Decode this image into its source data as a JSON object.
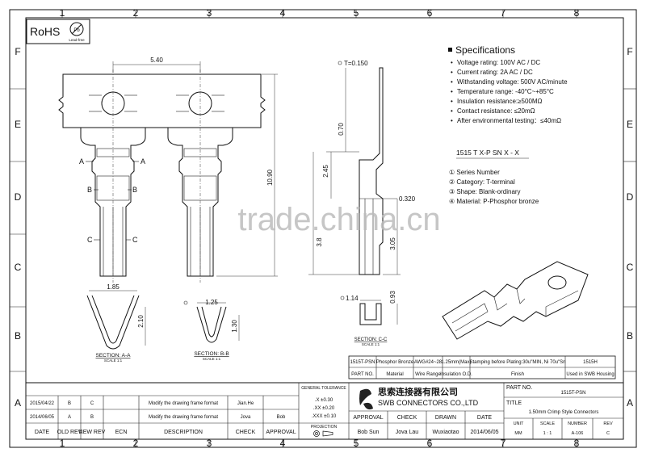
{
  "frame": {
    "col_labels": [
      "1",
      "2",
      "3",
      "4",
      "5",
      "6",
      "7",
      "8"
    ],
    "row_labels": [
      "F",
      "E",
      "D",
      "C",
      "B",
      "A"
    ]
  },
  "rohs": {
    "label": "RoHS",
    "leadfree_text": "Lead-free",
    "pb_symbol": "Pb"
  },
  "watermark": "trade.china.cn",
  "specs": {
    "heading": "Specifications",
    "items": [
      "Voltage rating: 100V AC / DC",
      "Current rating:  2A  AC / DC",
      "Withstanding voltage: 500V AC/minute",
      "Temperature range: -40°C~+85°C",
      "Insulation resistance:≥500MΩ",
      "Contact resistance: ≤20mΩ",
      "After environmental testing：≤40mΩ"
    ]
  },
  "part_code": {
    "code": "1515 T X-P SN X - X",
    "legend": [
      "① Series Number",
      "② Category: T-terminal",
      "③ Shape: Blank-ordinary",
      "④ Material: P-Phosphor bronze"
    ]
  },
  "dimensions": {
    "width_top": "5.40",
    "height_total": "10.90",
    "thickness": "T=0.150",
    "d_070": "0.70",
    "d_245": "2.45",
    "d_032": "0.320",
    "d_38": "3.8",
    "d_305": "3.05",
    "d_114": "1.14",
    "d_093": "0.93",
    "d_185": "1.85",
    "d_210": "2.10",
    "d_125": "1.25",
    "d_130": "1.30"
  },
  "section_markers": [
    "A",
    "A",
    "B",
    "B",
    "C",
    "C"
  ],
  "sections": {
    "aa_title": "SECTION: A-A",
    "aa_scale": "SCALE 1:1",
    "bb_title": "SECTION: B-B",
    "bb_scale": "SCALE 1:1",
    "cc_title": "SECTION: C-C",
    "cc_scale": "SCALE 1:1"
  },
  "material_table": {
    "row1": [
      "1515T-PSN",
      "Phosphor Bronze",
      "AWG#24~28",
      "1.25mm(Max)",
      "Stamping before Plating:30u\"MIN, Ni 70u\"Sn",
      "",
      "1515H"
    ],
    "row2": [
      "PART NO.",
      "Material",
      "Wire Range",
      "Insulation O.D.",
      "Finish",
      "",
      "Used in SWB Housing"
    ]
  },
  "revisions": {
    "rows": [
      [
        "2015/04/22",
        "B",
        "C",
        "",
        "Modify the drawing frame format",
        "Jian.He",
        ""
      ],
      [
        "2014/06/05",
        "A",
        "B",
        "",
        "Modify the drawing frame format",
        "Jova",
        "Bob"
      ]
    ],
    "headers": [
      "DATE",
      "OLD REV",
      "NEW REV",
      "ECN",
      "DESCRIPTION",
      "CHECK",
      "APPROVAL"
    ]
  },
  "tolerance": {
    "heading": "GENERAL TOLERANCE",
    "rows": [
      ".X   ±0.30",
      ".XX  ±0.20",
      ".XXX ±0.10"
    ],
    "projection": "PROJECTION"
  },
  "company": {
    "name_cn": "思索连接器有限公司",
    "name_en": "SWB CONNECTORS CO.,LTD"
  },
  "approvals": {
    "headers": [
      "APPROVAL",
      "CHECK",
      "DRAWN",
      "DATE"
    ],
    "values": [
      "Bob Sun",
      "Jova Lau",
      "Wuxiaotao",
      "2014/06/05"
    ]
  },
  "title_block": {
    "part_no_label": "PART NO.",
    "part_no": "1515T-PSN",
    "title_label": "TITLE",
    "title": "1.50mm Crimp Style Connectors",
    "unit_label": "UNIT",
    "unit": "MM",
    "scale_label": "SCALE",
    "scale": "1 : 1",
    "number_label": "NUMBER",
    "number": "A-106",
    "rev_label": "REV",
    "rev": "C"
  }
}
